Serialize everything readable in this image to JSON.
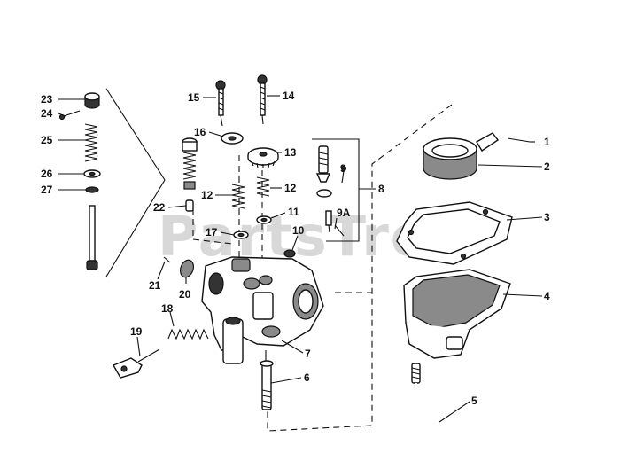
{
  "diagram": {
    "watermark": "PartsTree",
    "callouts": [
      {
        "id": "1",
        "text": "1"
      },
      {
        "id": "2",
        "text": "2"
      },
      {
        "id": "3",
        "text": "3"
      },
      {
        "id": "4",
        "text": "4"
      },
      {
        "id": "5",
        "text": "5"
      },
      {
        "id": "6",
        "text": "6"
      },
      {
        "id": "7",
        "text": "7"
      },
      {
        "id": "8",
        "text": "8"
      },
      {
        "id": "9",
        "text": "9"
      },
      {
        "id": "9A",
        "text": "9A"
      },
      {
        "id": "10",
        "text": "10"
      },
      {
        "id": "11",
        "text": "11"
      },
      {
        "id": "12a",
        "text": "12"
      },
      {
        "id": "12b",
        "text": "12"
      },
      {
        "id": "13",
        "text": "13"
      },
      {
        "id": "14",
        "text": "14"
      },
      {
        "id": "15",
        "text": "15"
      },
      {
        "id": "16",
        "text": "16"
      },
      {
        "id": "17",
        "text": "17"
      },
      {
        "id": "18",
        "text": "18"
      },
      {
        "id": "19",
        "text": "19"
      },
      {
        "id": "20",
        "text": "20"
      },
      {
        "id": "21",
        "text": "21"
      },
      {
        "id": "22",
        "text": "22"
      },
      {
        "id": "23",
        "text": "23"
      },
      {
        "id": "24",
        "text": "24"
      },
      {
        "id": "25",
        "text": "25"
      },
      {
        "id": "26",
        "text": "26"
      },
      {
        "id": "27",
        "text": "27"
      }
    ]
  }
}
